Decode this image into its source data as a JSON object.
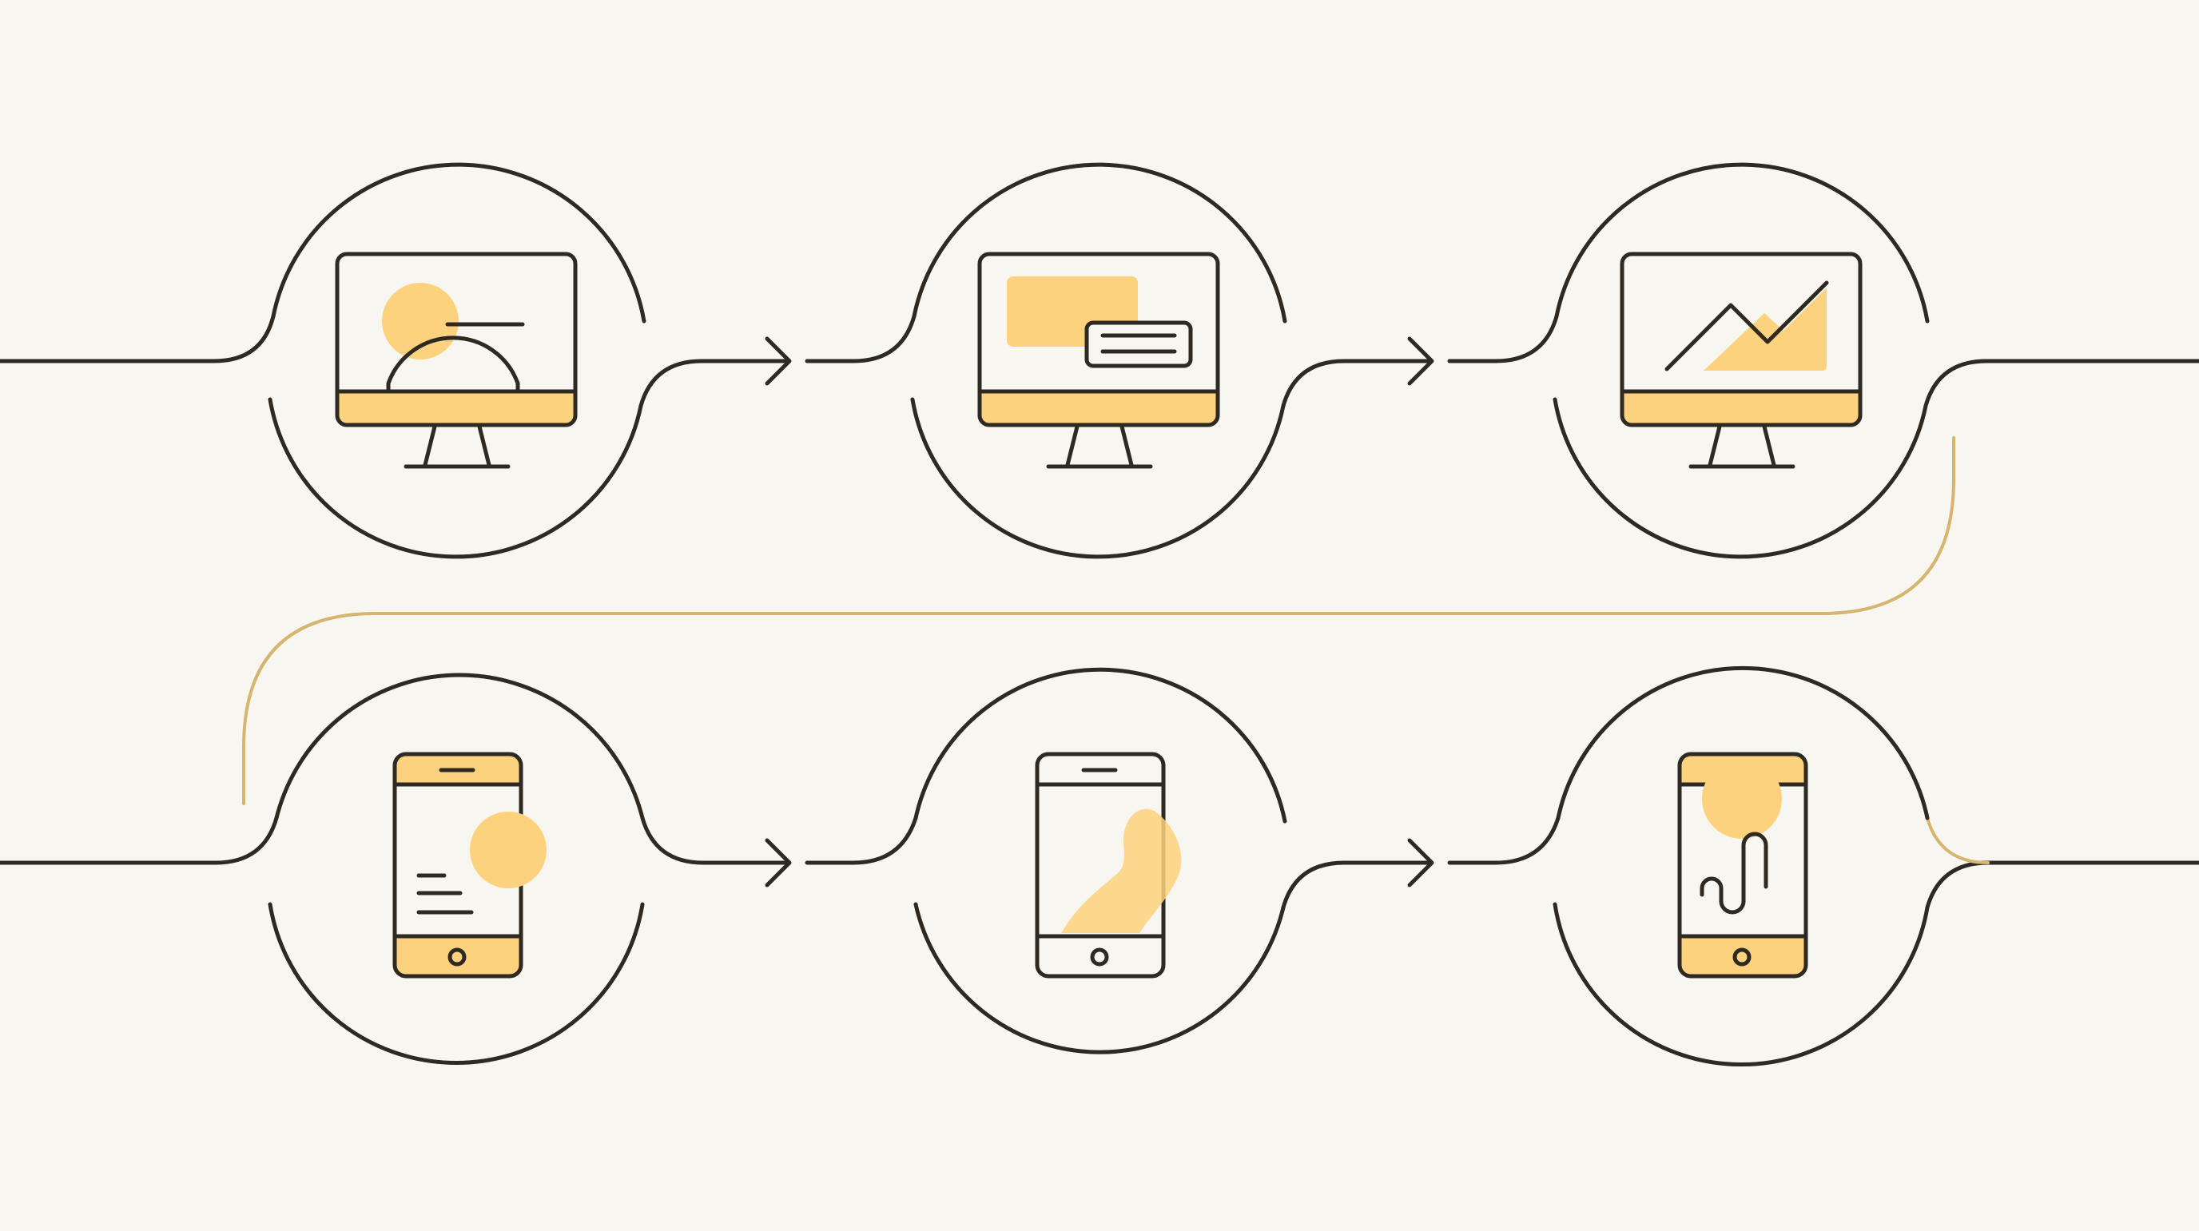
{
  "colors": {
    "background": "#f8f6f1",
    "ink": "#2e2a22",
    "accent": "#fdd27e",
    "accent_line": "#d6b56e"
  },
  "rows": [
    {
      "name": "desktop-row",
      "steps": [
        {
          "device": "desktop",
          "icon": "sun-landscape-icon"
        },
        {
          "device": "desktop",
          "icon": "text-card-icon"
        },
        {
          "device": "desktop",
          "icon": "trend-chart-icon"
        }
      ]
    },
    {
      "name": "mobile-row",
      "steps": [
        {
          "device": "mobile",
          "icon": "text-lines-icon"
        },
        {
          "device": "mobile",
          "icon": "swipe-blob-icon"
        },
        {
          "device": "mobile",
          "icon": "path-squiggle-icon"
        }
      ]
    }
  ]
}
